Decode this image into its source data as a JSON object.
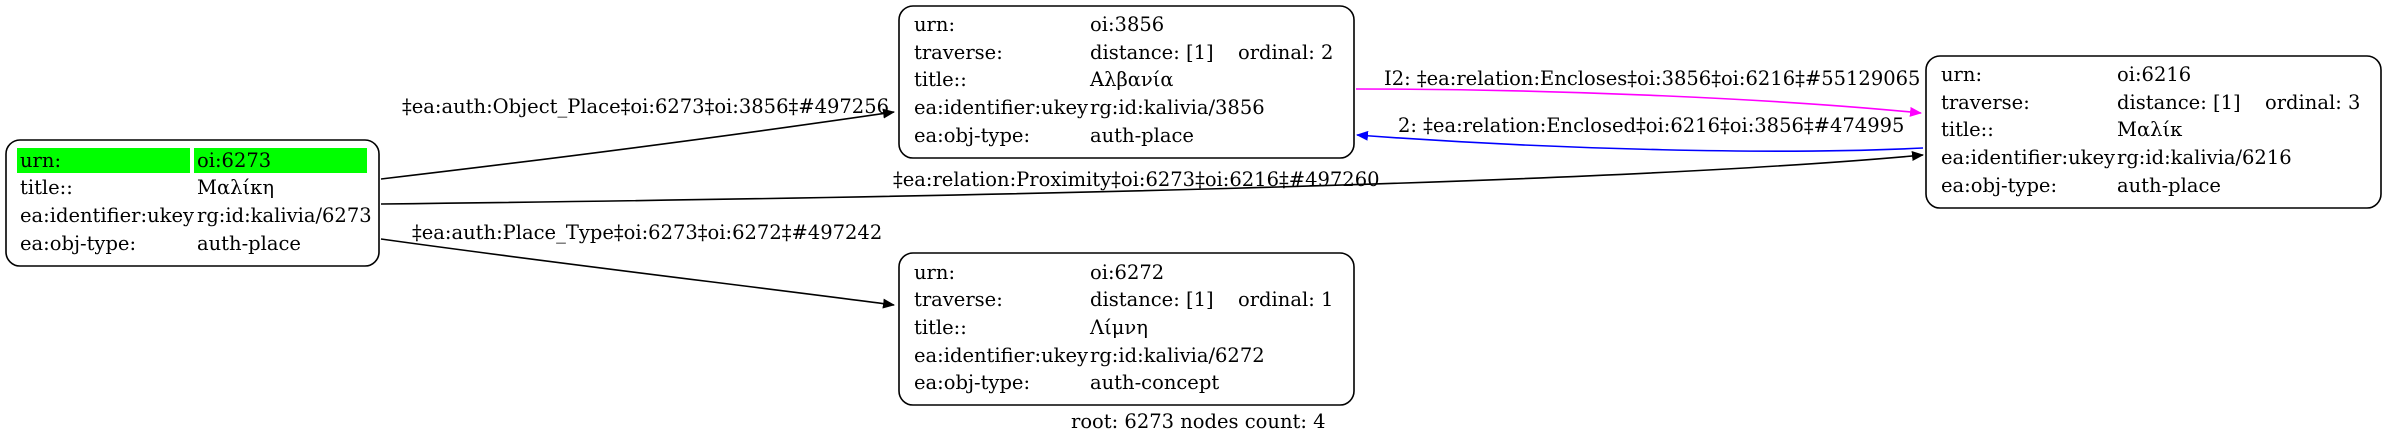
{
  "colors": {
    "highlight": "#00ff00",
    "encloses_edge": "#ff00ff",
    "enclosed_edge": "#0000ff",
    "default_edge": "#000000"
  },
  "nodes": {
    "root": {
      "rows": [
        {
          "key": "urn:",
          "val": "oi:6273"
        },
        {
          "key": "title::",
          "val": "Μαλίκη"
        },
        {
          "key": "ea:identifier:ukey",
          "val": "rg:id:kalivia/6273"
        },
        {
          "key": "ea:obj-type:",
          "val": "auth-place"
        }
      ]
    },
    "albania": {
      "rows": [
        {
          "key": "urn:",
          "val": "oi:3856"
        },
        {
          "key": "traverse:",
          "val": "distance: [1]",
          "extra": "ordinal: 2"
        },
        {
          "key": "title::",
          "val": "Αλβανία"
        },
        {
          "key": "ea:identifier:ukey",
          "val": "rg:id:kalivia/3856"
        },
        {
          "key": "ea:obj-type:",
          "val": "auth-place"
        }
      ]
    },
    "malik": {
      "rows": [
        {
          "key": "urn:",
          "val": "oi:6216"
        },
        {
          "key": "traverse:",
          "val": "distance: [1]",
          "extra": "ordinal: 3"
        },
        {
          "key": "title::",
          "val": "Μαλίκ"
        },
        {
          "key": "ea:identifier:ukey",
          "val": "rg:id:kalivia/6216"
        },
        {
          "key": "ea:obj-type:",
          "val": "auth-place"
        }
      ]
    },
    "limni": {
      "rows": [
        {
          "key": "urn:",
          "val": "oi:6272"
        },
        {
          "key": "traverse:",
          "val": "distance: [1]",
          "extra": "ordinal: 1"
        },
        {
          "key": "title::",
          "val": "Λίμνη"
        },
        {
          "key": "ea:identifier:ukey",
          "val": "rg:id:kalivia/6272"
        },
        {
          "key": "ea:obj-type:",
          "val": "auth-concept"
        }
      ]
    }
  },
  "edges": {
    "object_place": "‡ea:auth:Object_Place‡oi:6273‡oi:3856‡#497256",
    "proximity": "‡ea:relation:Proximity‡oi:6273‡oi:6216‡#497260",
    "place_type": "‡ea:auth:Place_Type‡oi:6273‡oi:6272‡#497242",
    "encloses": "I2: ‡ea:relation:Encloses‡oi:3856‡oi:6216‡#55129065",
    "enclosed": "2: ‡ea:relation:Enclosed‡oi:6216‡oi:3856‡#474995"
  },
  "footer": "root: 6273 nodes count: 4"
}
